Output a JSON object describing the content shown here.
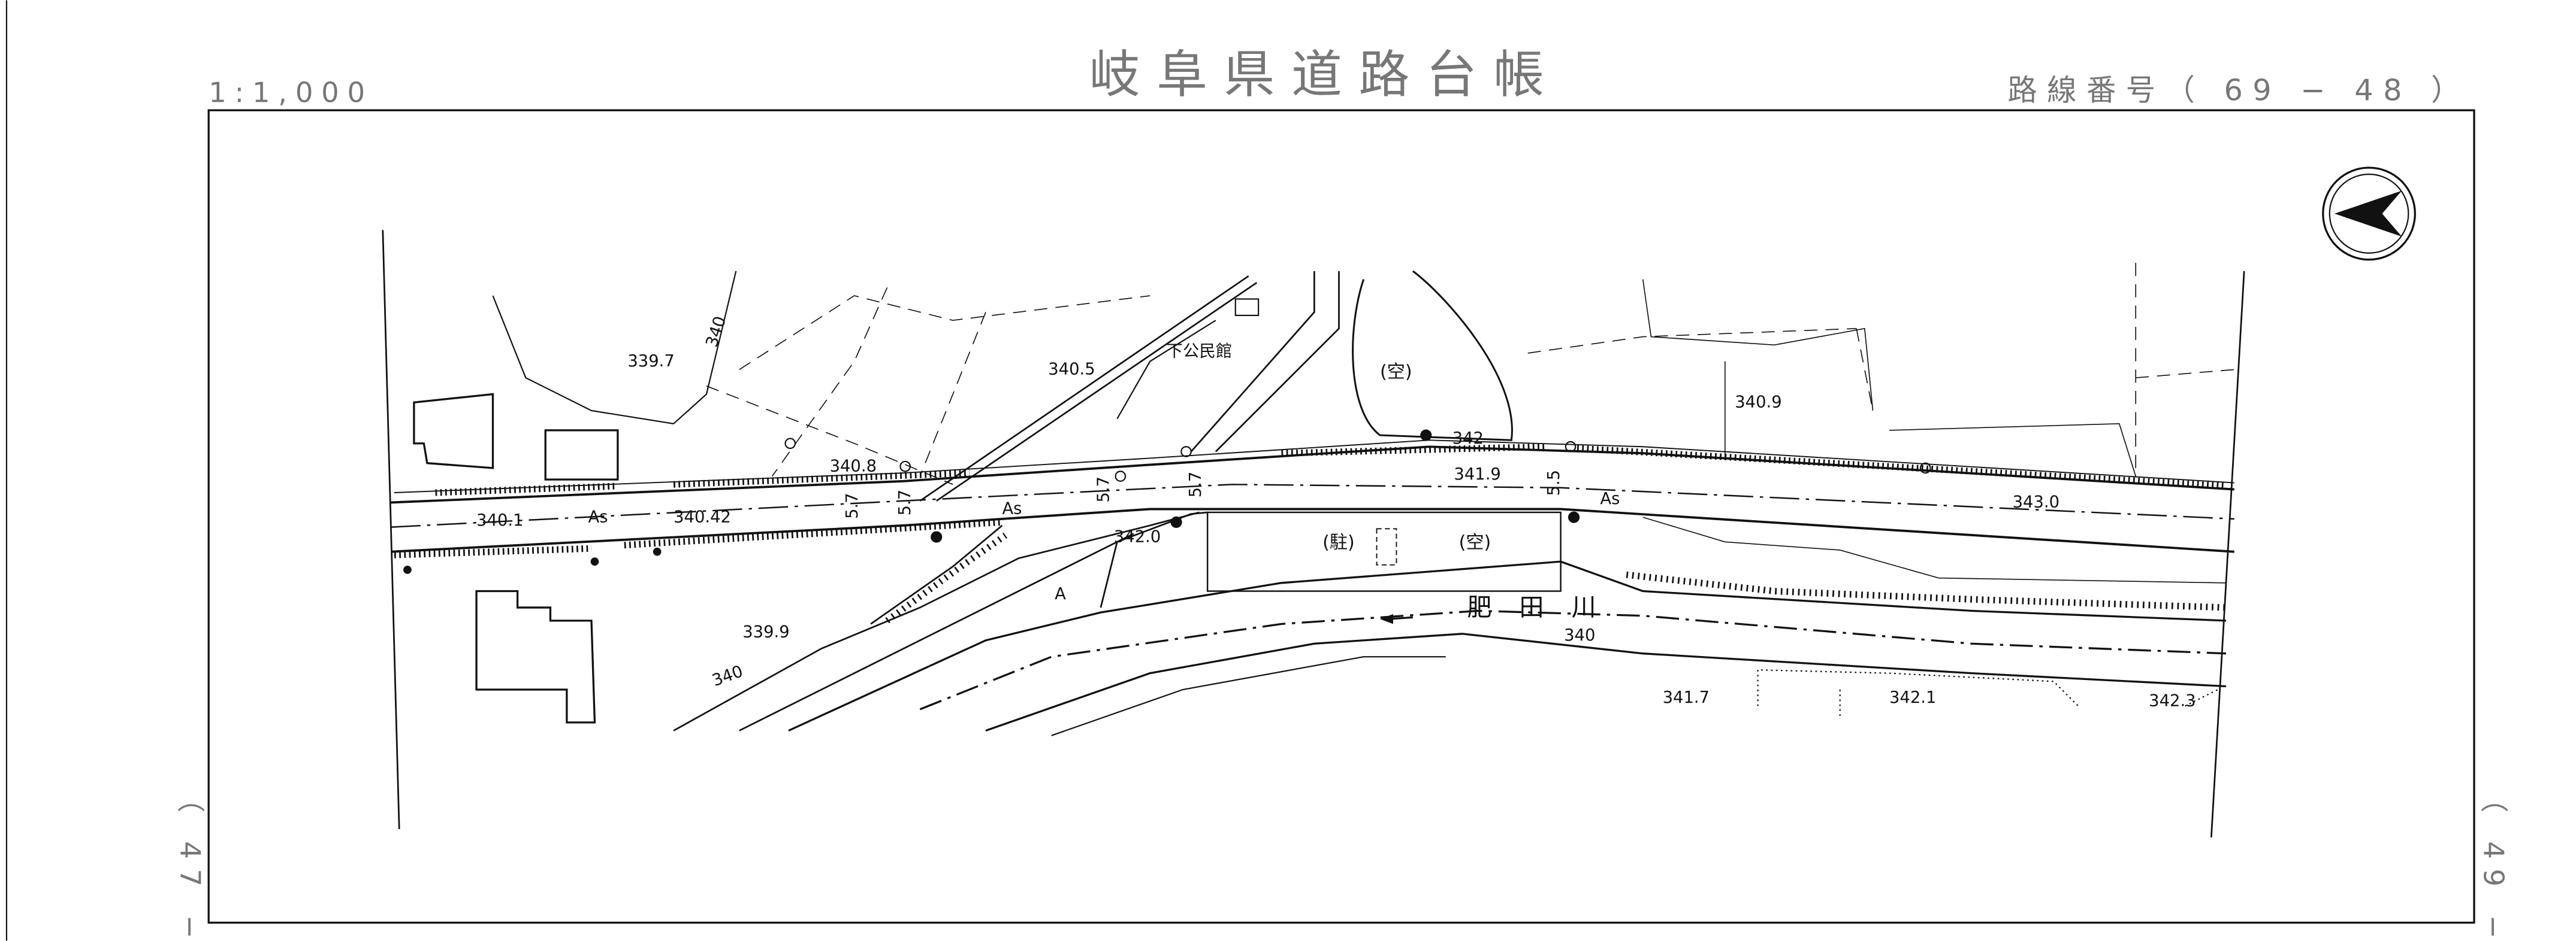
{
  "header": {
    "scale": "1:1,000",
    "title": "岐阜県道路台帳",
    "route_number": "路線番号（ 69 − 48 ）"
  },
  "side_labels": {
    "left_adjacent": "（ 47 −",
    "right_adjacent": "（ 49 −"
  },
  "map": {
    "facility_label": "下公民館",
    "river_name": "肥 田 川",
    "pavement_labels": [
      "As",
      "As",
      "As"
    ],
    "land_labels": {
      "vacant_1": "(空)",
      "vacant_2": "(空)",
      "parking": "(駐)",
      "A_mark": "A"
    },
    "elevations": [
      "339.7",
      "340",
      "340.5",
      "340.8",
      "340.1",
      "340.42",
      "342",
      "341.9",
      "340.9",
      "343.0",
      "342.0",
      "339.9",
      "340",
      "340",
      "341.7",
      "342.1",
      "342.3"
    ],
    "road_widths": [
      "5.7",
      "5.7",
      "5.7",
      "5.7",
      "5.5"
    ]
  }
}
